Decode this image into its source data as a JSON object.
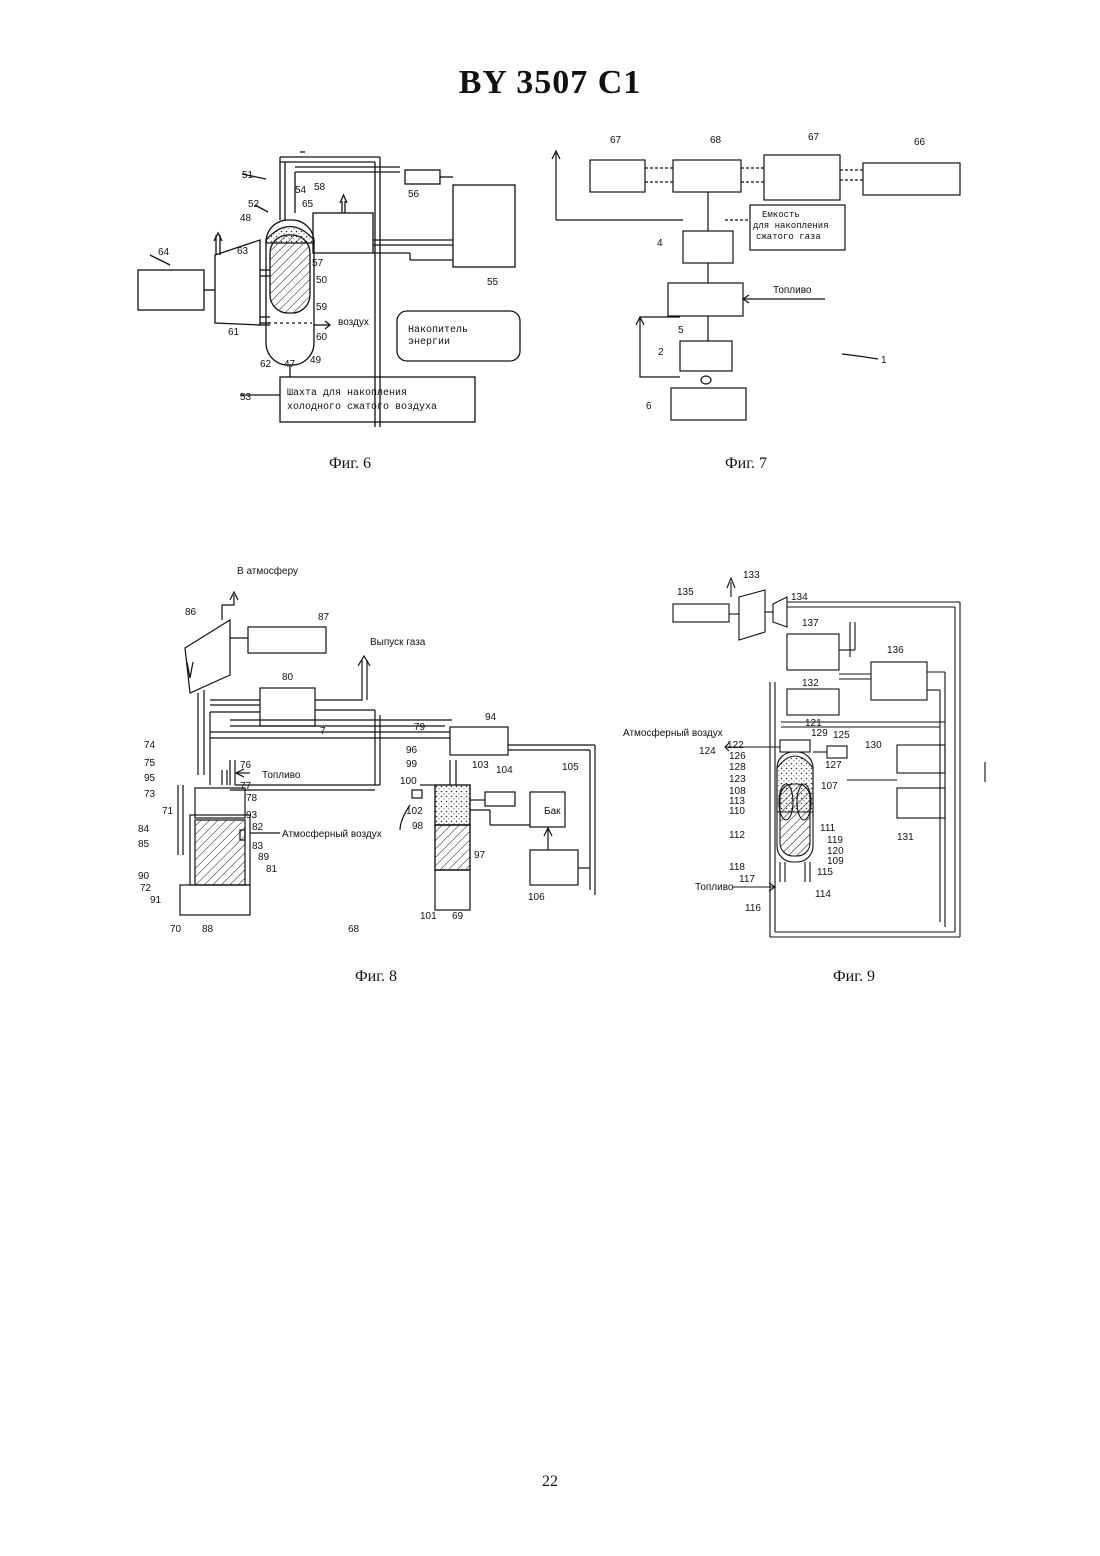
{
  "header": "BY 3507 C1",
  "page_number": "22",
  "figures": {
    "fig6": {
      "caption": "Фиг. 6",
      "labels": {
        "n51": "51",
        "n52": "52",
        "n54": "54",
        "n65": "65",
        "n58": "58",
        "n56": "56",
        "n48": "48",
        "n64": "64",
        "n63": "63",
        "n57": "57",
        "n50": "50",
        "n55": "55",
        "n59": "59",
        "n60": "60",
        "n61": "61",
        "n62": "62",
        "n47": "47",
        "n49": "49",
        "n53": "53"
      },
      "air": "воздух",
      "storage_line1": "Накопитель",
      "storage_line2": "энергии",
      "shaft_line1": "Шахта для накопления",
      "shaft_line2": "холодного сжатого воздуха"
    },
    "fig7": {
      "caption": "Фиг. 7",
      "labels": {
        "n67a": "67",
        "n68": "68",
        "n67b": "67",
        "n66": "66",
        "n4": "4",
        "n5": "5",
        "n2": "2",
        "n6": "6",
        "n1": "1"
      },
      "tank_line1": "Емкость",
      "tank_line2": "для накопления",
      "tank_line3": "сжатого газа",
      "fuel": "Топливо"
    },
    "fig8": {
      "caption": "Фиг. 8",
      "to_atmosphere": "В атмосферу",
      "gas_outlet": "Выпуск газа",
      "fuel": "Топливо",
      "atm_air": "Атмосферный воздух",
      "tank": "Бак",
      "labels": {
        "n86": "86",
        "n87": "87",
        "n80": "80",
        "n7": "7",
        "n74": "74",
        "n75": "75",
        "n95": "95",
        "n73": "73",
        "n71": "71",
        "n84": "84",
        "n85": "85",
        "n90": "90",
        "n72": "72",
        "n91": "91",
        "n70": "70",
        "n88": "88",
        "n76": "76",
        "n77": "77",
        "n78": "78",
        "n93": "93",
        "n82": "82",
        "n83": "83",
        "n89": "89",
        "n81": "81",
        "n79": "79",
        "n94": "94",
        "n96": "96",
        "n99": "99",
        "n100": "100",
        "n102": "102",
        "n98": "98",
        "n103": "103",
        "n104": "104",
        "n105": "105",
        "n97": "97",
        "n101": "101",
        "n69": "69",
        "n106": "106",
        "n68": "68"
      }
    },
    "fig9": {
      "caption": "Фиг. 9",
      "atm_air": "Атмосферный воздух",
      "fuel": "Топливо",
      "labels": {
        "n135": "135",
        "n133": "133",
        "n134": "134",
        "n137": "137",
        "n136": "136",
        "n132": "132",
        "n121": "121",
        "n129": "129",
        "n125": "125",
        "n130": "130",
        "n122": "122",
        "n124": "124",
        "n126": "126",
        "n128": "128",
        "n123": "123",
        "n127": "127",
        "n107": "107",
        "n108": "108",
        "n113": "113",
        "n110": "110",
        "n112": "112",
        "n111": "111",
        "n119": "119",
        "n120": "120",
        "n109": "109",
        "n131": "131",
        "n118": "118",
        "n115": "115",
        "n117": "117",
        "n116": "116",
        "n114": "114"
      }
    }
  }
}
